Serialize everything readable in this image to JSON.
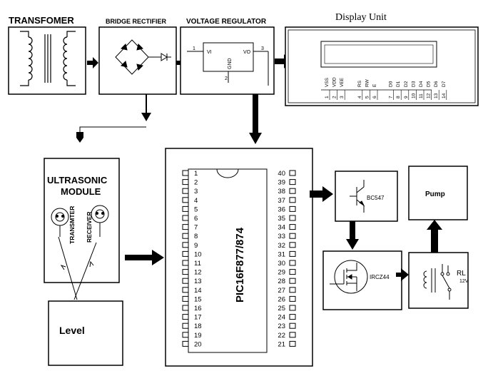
{
  "blocks": {
    "transformer": "TRANSFOMER",
    "bridge": "BRIDGE RECTIFIER",
    "regulator": "VOLTAGE REGULATOR",
    "regulator_vi": "VI",
    "regulator_vo": "VO",
    "regulator_gnd": "GND",
    "regulator_pin1": "1",
    "regulator_pin2": "2",
    "regulator_pin3": "3",
    "display": "Display Unit",
    "ultrasonic_line1": "ULTRASONIC",
    "ultrasonic_line2": "MODULE",
    "transmitter": "TRANSMTER",
    "receiver": "RECEIVER",
    "level": "Level",
    "mcu": "PIC16F877/874",
    "transistor": "BC547",
    "mosfet": "IRCZ44",
    "relay": "RL",
    "relay_voltage": "12V",
    "pump": "Pump"
  },
  "lcd_pins": [
    {
      "name": "VSS",
      "num": "1"
    },
    {
      "name": "VDD",
      "num": "2"
    },
    {
      "name": "VEE",
      "num": "3"
    },
    {
      "name": "RS",
      "num": "4"
    },
    {
      "name": "RW",
      "num": "5"
    },
    {
      "name": "E",
      "num": "6"
    },
    {
      "name": "D0",
      "num": "7"
    },
    {
      "name": "D1",
      "num": "8"
    },
    {
      "name": "D2",
      "num": "9"
    },
    {
      "name": "D3",
      "num": "10"
    },
    {
      "name": "D4",
      "num": "11"
    },
    {
      "name": "D5",
      "num": "12"
    },
    {
      "name": "D6",
      "num": "13"
    },
    {
      "name": "D7",
      "num": "14"
    }
  ],
  "mcu_left_pins": [
    "1",
    "2",
    "3",
    "4",
    "5",
    "6",
    "7",
    "8",
    "9",
    "10",
    "11",
    "12",
    "13",
    "14",
    "15",
    "16",
    "17",
    "18",
    "19",
    "20"
  ],
  "mcu_right_pins": [
    "40",
    "39",
    "38",
    "37",
    "36",
    "35",
    "34",
    "33",
    "32",
    "31",
    "30",
    "29",
    "28",
    "27",
    "26",
    "25",
    "24",
    "23",
    "22",
    "21"
  ]
}
